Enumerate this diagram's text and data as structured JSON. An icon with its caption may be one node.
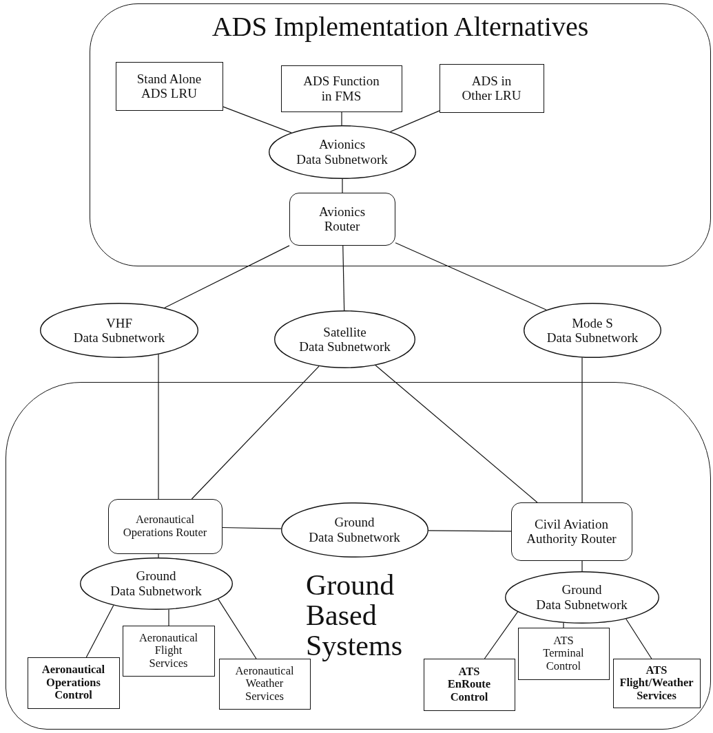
{
  "diagram": {
    "nodes": [
      {
        "text": [
          "ADS Implementation Alternatives"
        ]
      },
      {
        "text": [
          "Stand Alone ADS LRU"
        ],
        "in": 0
      },
      {
        "text": [
          "ADS Function in FMS"
        ],
        "in": 0
      },
      {
        "text": [
          "ADS in Other LRU"
        ],
        "in": 0
      },
      {
        "text": [
          "Avionics Data Subnetwork"
        ],
        "in": 0
      },
      {
        "text": [
          "Avionics Router"
        ],
        "in": 0
      },
      {
        "text": [
          "VHF Data Subnetwork"
        ]
      },
      {
        "text": [
          "Satellite Data Subnetwork"
        ]
      },
      {
        "text": [
          "Mode S Data Subnetwork"
        ]
      },
      {
        "text": [
          "Ground Based Systems"
        ]
      },
      {
        "text": [
          "Aeronautical Operations Router"
        ],
        "in": 9
      },
      {
        "text": [
          "Ground Data Subnetwork"
        ],
        "in": 9
      },
      {
        "text": [
          "Civil Aviation Authority Router"
        ],
        "in": 9
      },
      {
        "text": [
          "Ground Data Subnetwork"
        ],
        "in": 9
      },
      {
        "text": [
          "Ground Data Subnetwork"
        ],
        "in": 9
      },
      {
        "text": [
          "Aeronautical Operations Control"
        ],
        "in": 9
      },
      {
        "text": [
          "Aeronautical Flight Services"
        ],
        "in": 9
      },
      {
        "text": [
          "Aeronautical Weather Services"
        ],
        "in": 9
      },
      {
        "text": [
          "ATS EnRoute Control"
        ],
        "in": 9
      },
      {
        "text": [
          "ATS Terminal Control"
        ],
        "in": 9
      },
      {
        "text": [
          "ATS Flight/Weather Services"
        ],
        "in": 9
      }
    ],
    "edges": [
      {
        "from": 1,
        "to": 4,
        "arrow": "none"
      },
      {
        "from": 2,
        "to": 4,
        "arrow": "none"
      },
      {
        "from": 3,
        "to": 4,
        "arrow": "none"
      },
      {
        "from": 4,
        "to": 5,
        "arrow": "none"
      },
      {
        "from": 5,
        "to": 6,
        "arrow": "none"
      },
      {
        "from": 5,
        "to": 7,
        "arrow": "none"
      },
      {
        "from": 5,
        "to": 8,
        "arrow": "none"
      },
      {
        "from": 6,
        "to": 10,
        "arrow": "none"
      },
      {
        "from": 7,
        "to": 10,
        "arrow": "none"
      },
      {
        "from": 7,
        "to": 12,
        "arrow": "none"
      },
      {
        "from": 8,
        "to": 12,
        "arrow": "none"
      },
      {
        "from": 10,
        "to": 11,
        "arrow": "none"
      },
      {
        "from": 11,
        "to": 12,
        "arrow": "none"
      },
      {
        "from": 10,
        "to": 13,
        "arrow": "none"
      },
      {
        "from": 12,
        "to": 14,
        "arrow": "none"
      },
      {
        "from": 13,
        "to": 15,
        "arrow": "none"
      },
      {
        "from": 13,
        "to": 16,
        "arrow": "none"
      },
      {
        "from": 13,
        "to": 17,
        "arrow": "none"
      },
      {
        "from": 14,
        "to": 18,
        "arrow": "none"
      },
      {
        "from": 14,
        "to": 19,
        "arrow": "none"
      },
      {
        "from": 14,
        "to": 20,
        "arrow": "none"
      }
    ]
  }
}
